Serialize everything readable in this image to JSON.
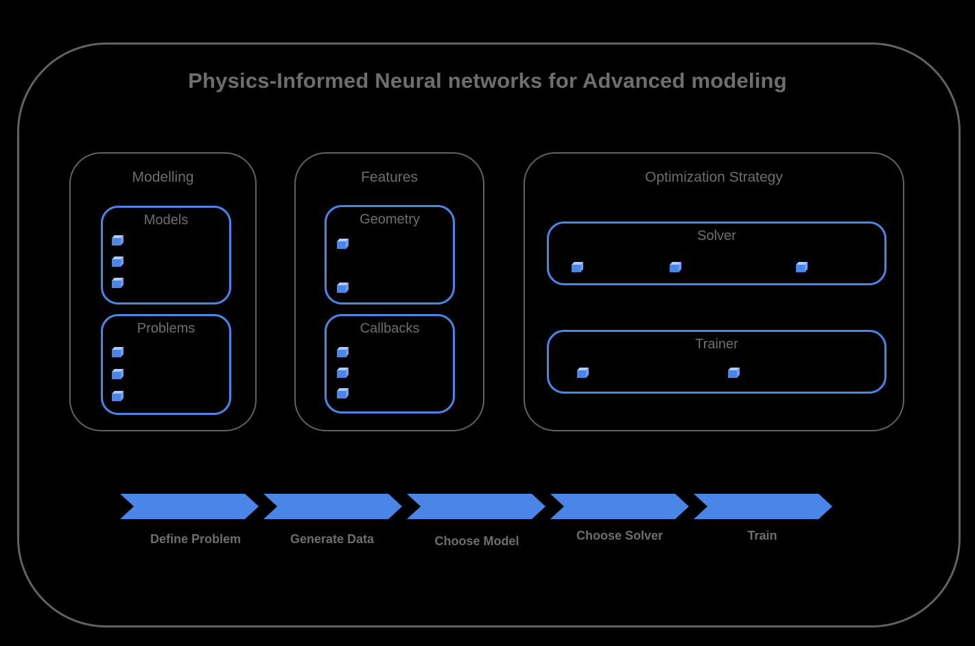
{
  "diagram": {
    "title": "Physics-Informed Neural networks for Advanced modeling",
    "sections": [
      {
        "label": "Modelling",
        "subboxes": [
          {
            "label": "Models",
            "bullet_count": 3
          },
          {
            "label": "Problems",
            "bullet_count": 3
          }
        ]
      },
      {
        "label": "Features",
        "subboxes": [
          {
            "label": "Geometry",
            "bullet_count": 2
          },
          {
            "label": "Callbacks",
            "bullet_count": 3
          }
        ]
      },
      {
        "label": "Optimization Strategy",
        "subboxes": [
          {
            "label": "Solver",
            "bullet_count": 3
          },
          {
            "label": "Trainer",
            "bullet_count": 2
          }
        ]
      }
    ],
    "workflow_steps": [
      {
        "label": "Define Problem"
      },
      {
        "label": "Generate Data"
      },
      {
        "label": "Choose Model"
      },
      {
        "label": "Choose Solver"
      },
      {
        "label": "Train"
      }
    ],
    "icons": {
      "bullet": "cube-icon"
    },
    "colors": {
      "background": "#000000",
      "accent_blue": "#4a86e8",
      "cube_top": "#b3cbf7",
      "cube_side": "#6f9df0",
      "border_gray": "#636363",
      "text_gray": "#6e6e6e"
    }
  }
}
